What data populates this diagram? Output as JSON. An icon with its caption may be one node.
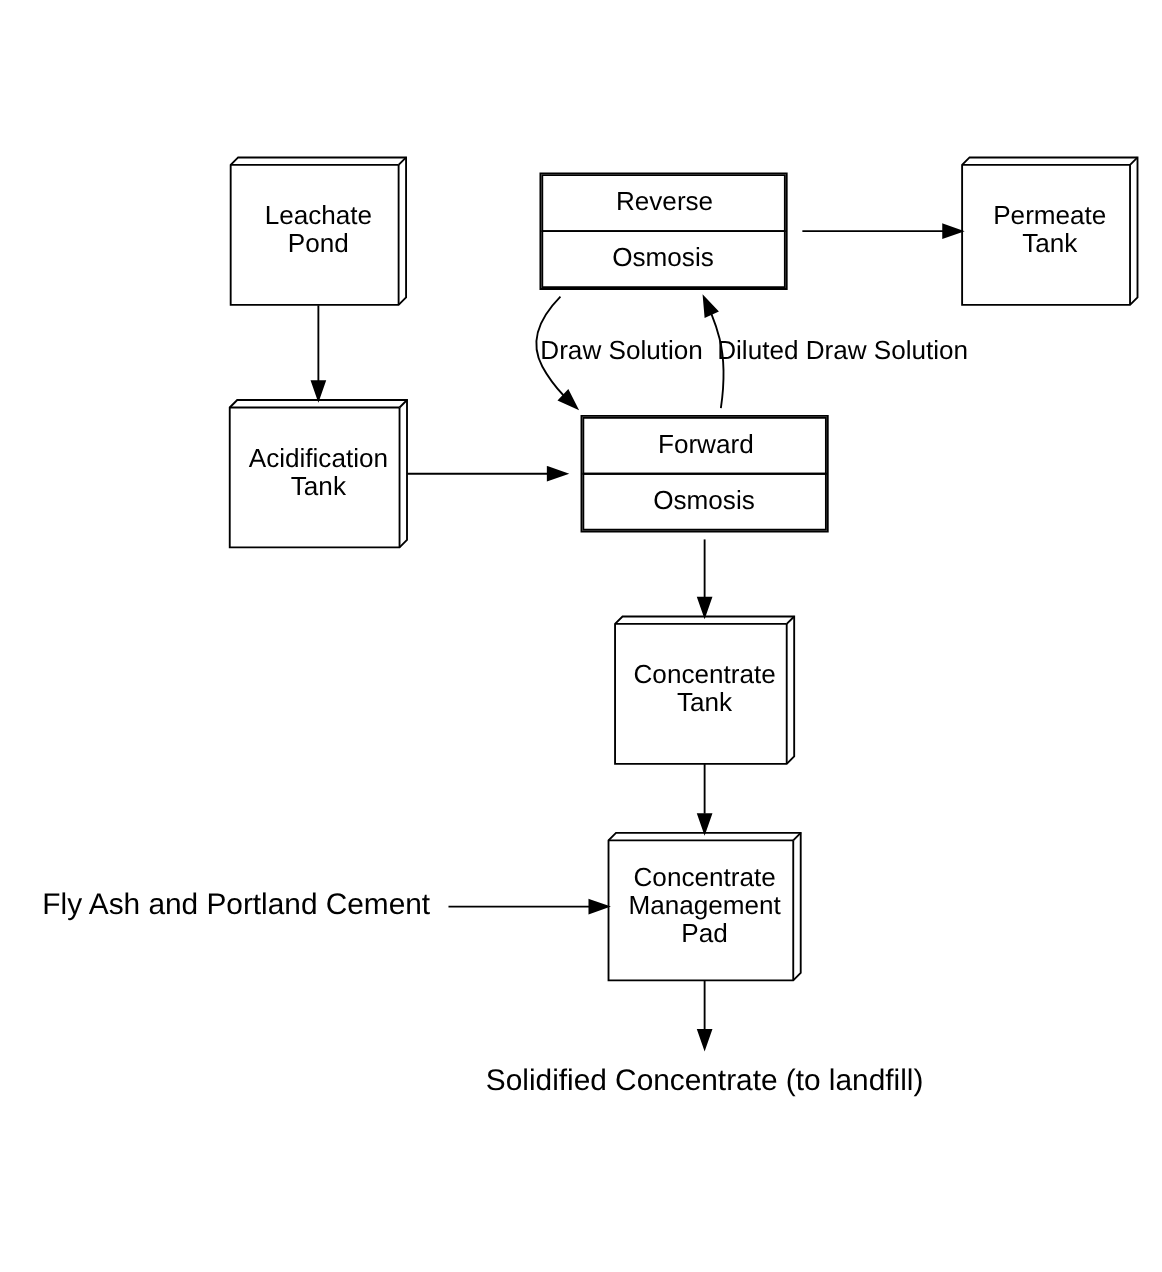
{
  "diagram": {
    "nodes": [
      {
        "text": [
          "Permeate Tank"
        ]
      },
      {
        "text": [
          "Reverse",
          "Osmosis"
        ]
      },
      {
        "text": [
          "Acidification Tank"
        ]
      },
      {
        "text": [
          "Forward",
          "Osmosis"
        ]
      },
      {
        "text": [
          "Leachate Pond"
        ]
      },
      {
        "text": [
          "Concentrate Tank"
        ]
      },
      {
        "text": [
          "Concentrate Management Pad"
        ]
      },
      {
        "text": [
          "Fly Ash and Portland Cement"
        ]
      },
      {
        "text": [
          "Solidified Concentrate (to landfill)"
        ]
      }
    ],
    "edges": [
      {
        "from": 1,
        "to": 0,
        "arrow": "to"
      },
      {
        "from": 3,
        "to": 1,
        "arrow": "to",
        "label": "Diluted Draw Solution"
      },
      {
        "from": 1,
        "to": 3,
        "arrow": "to",
        "label": "Draw Solution"
      },
      {
        "from": 2,
        "to": 3,
        "arrow": "to"
      },
      {
        "from": 4,
        "to": 2,
        "arrow": "to"
      },
      {
        "from": 3,
        "to": 5,
        "arrow": "to"
      },
      {
        "from": 5,
        "to": 6,
        "arrow": "to"
      },
      {
        "from": 7,
        "to": 6,
        "arrow": "to"
      },
      {
        "from": 6,
        "to": 8,
        "arrow": "to"
      }
    ]
  }
}
